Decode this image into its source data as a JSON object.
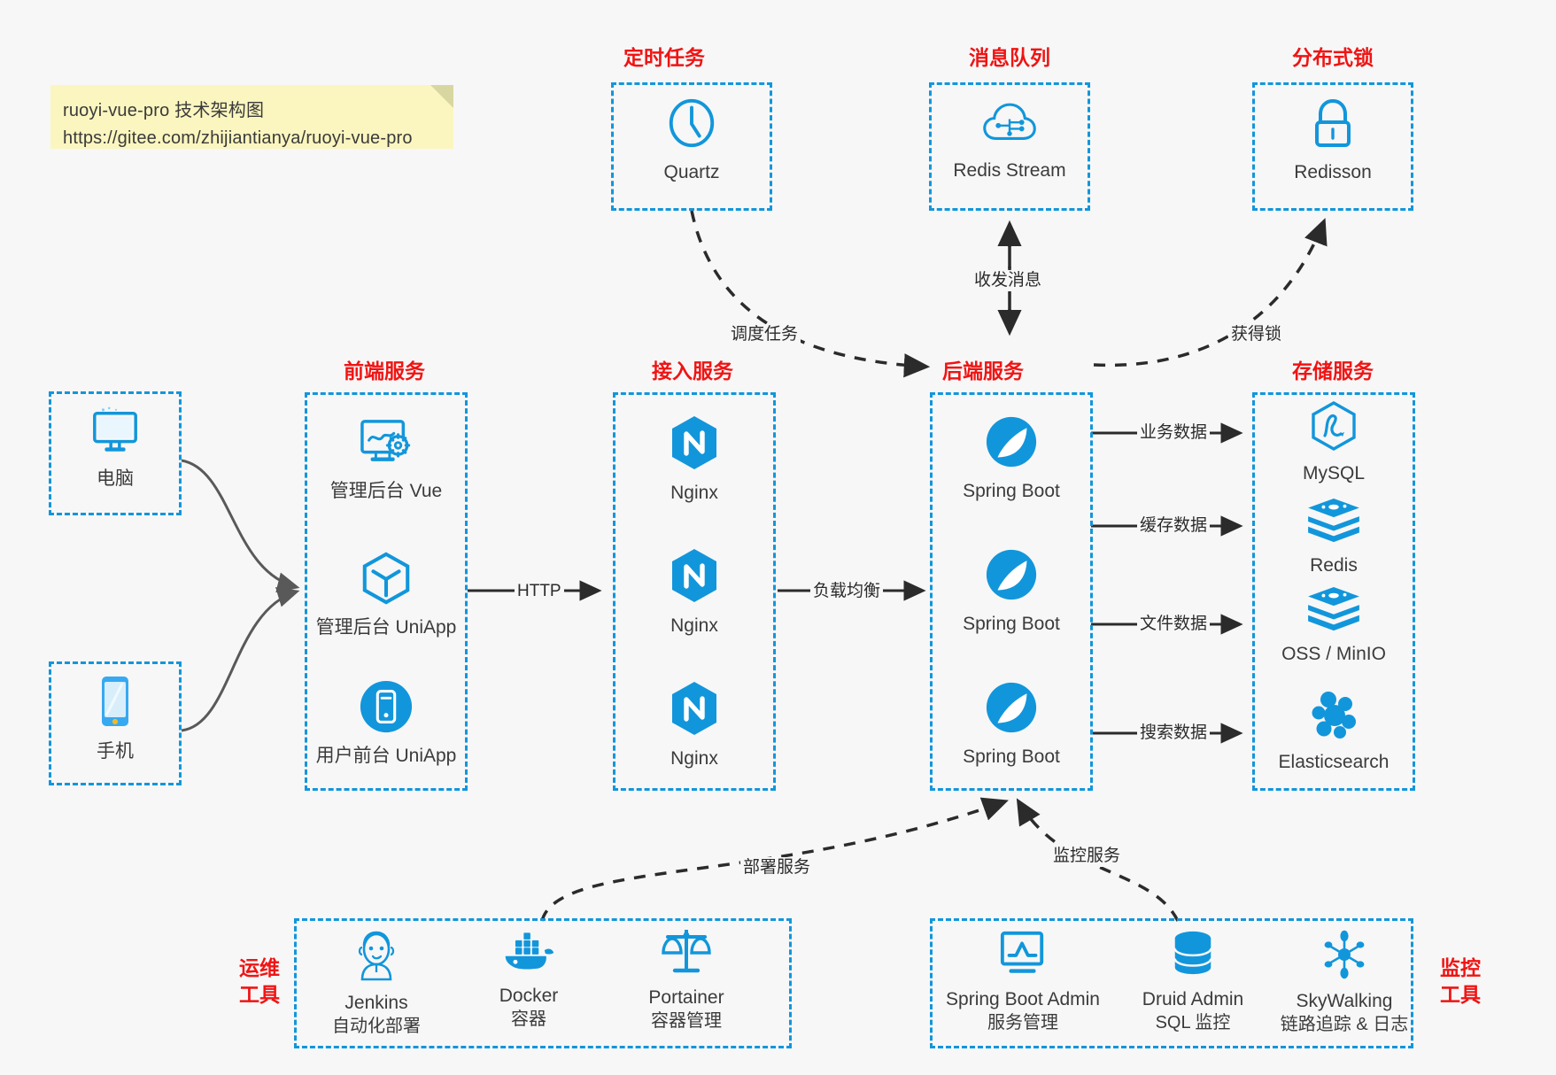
{
  "note": {
    "line1": "ruoyi-vue-pro 技术架构图",
    "line2": "https://gitee.com/zhijiantianya/ruoyi-vue-pro"
  },
  "colors": {
    "background": "#f7f7f7",
    "box_border": "#1296db",
    "group_title": "#f01414",
    "icon_blue": "#1296db",
    "caption": "#3b3b3b",
    "note_bg": "#fbf6bf",
    "connector": "#2b2b2b",
    "solid_arrow": "#555555"
  },
  "groups": {
    "scheduler": {
      "title": "定时任务",
      "nodes": [
        {
          "label": "Quartz",
          "icon": "clock-icon"
        }
      ]
    },
    "mq": {
      "title": "消息队列",
      "nodes": [
        {
          "label": "Redis Stream",
          "icon": "cloud-stream-icon"
        }
      ]
    },
    "lock": {
      "title": "分布式锁",
      "nodes": [
        {
          "label": "Redisson",
          "icon": "lock-icon"
        }
      ]
    },
    "clients": {
      "nodes": [
        {
          "label": "电脑",
          "icon": "desktop-icon"
        },
        {
          "label": "手机",
          "icon": "smartphone-icon"
        }
      ]
    },
    "frontend": {
      "title": "前端服务",
      "nodes": [
        {
          "label": "管理后台 Vue",
          "icon": "dashboard-gear-icon"
        },
        {
          "label": "管理后台 UniApp",
          "icon": "cube-icon"
        },
        {
          "label": "用户前台 UniApp",
          "icon": "mobile-circle-icon"
        }
      ]
    },
    "gateway": {
      "title": "接入服务",
      "nodes": [
        {
          "label": "Nginx",
          "icon": "nginx-icon"
        },
        {
          "label": "Nginx",
          "icon": "nginx-icon"
        },
        {
          "label": "Nginx",
          "icon": "nginx-icon"
        }
      ]
    },
    "backend": {
      "title": "后端服务",
      "nodes": [
        {
          "label": "Spring Boot",
          "icon": "spring-boot-icon"
        },
        {
          "label": "Spring Boot",
          "icon": "spring-boot-icon"
        },
        {
          "label": "Spring Boot",
          "icon": "spring-boot-icon"
        }
      ]
    },
    "storage": {
      "title": "存储服务",
      "nodes": [
        {
          "label": "MySQL",
          "icon": "mysql-icon"
        },
        {
          "label": "Redis",
          "icon": "redis-icon"
        },
        {
          "label": "OSS / MinIO",
          "icon": "redis-icon"
        },
        {
          "label": "Elasticsearch",
          "icon": "elasticsearch-icon"
        }
      ]
    },
    "devops": {
      "title": "运维\n工具",
      "title_l1": "运维",
      "title_l2": "工具",
      "nodes": [
        {
          "label": "Jenkins",
          "sub": "自动化部署",
          "icon": "jenkins-icon"
        },
        {
          "label": "Docker",
          "sub": "容器",
          "icon": "docker-icon"
        },
        {
          "label": "Portainer",
          "sub": "容器管理",
          "icon": "scales-icon"
        }
      ]
    },
    "monitor": {
      "title_l1": "监控",
      "title_l2": "工具",
      "nodes": [
        {
          "label": "Spring Boot Admin",
          "sub": "服务管理",
          "icon": "monitor-chart-icon"
        },
        {
          "label": "Druid Admin",
          "sub": "SQL 监控",
          "icon": "database-icon"
        },
        {
          "label": "SkyWalking",
          "sub": "链路追踪 & 日志",
          "icon": "skywalking-icon"
        }
      ]
    }
  },
  "edges": {
    "http": "HTTP",
    "load_balance": "负载均衡",
    "biz_data": "业务数据",
    "cache_data": "缓存数据",
    "file_data": "文件数据",
    "search_data": "搜索数据",
    "schedule_task": "调度任务",
    "mq_messages": "收发消息",
    "acquire_lock": "获得锁",
    "deploy_service": "部署服务",
    "monitor_service": "监控服务"
  }
}
